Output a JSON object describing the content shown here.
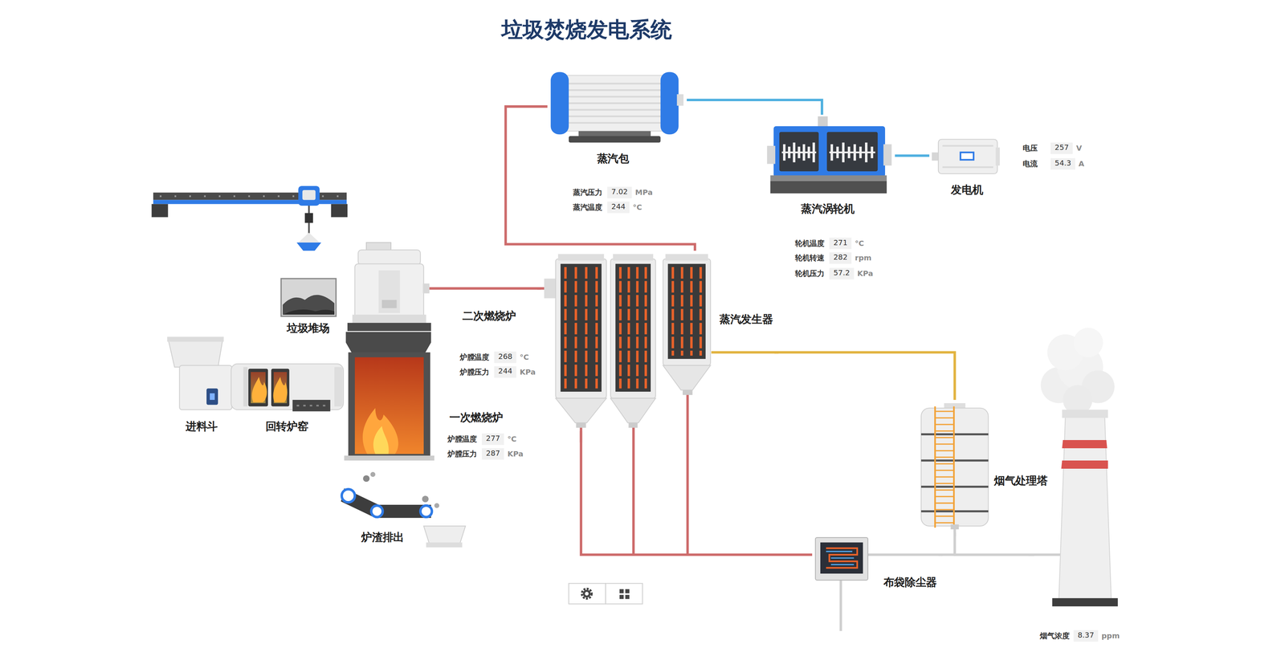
{
  "diagram": {
    "title": "垃圾焚烧发电系统",
    "nodes": [
      {
        "text": [
          "蒸汽包",
          "蒸汽压力",
          "7.02",
          "MPa",
          "蒸汽温度",
          "244",
          "°C"
        ]
      },
      {
        "text": [
          "蒸汽涡轮机",
          "轮机温度",
          "271",
          "°C",
          "轮机转速",
          "282",
          "rpm",
          "轮机压力",
          "57.2",
          "KPa"
        ]
      },
      {
        "text": [
          "发电机",
          "电压",
          "257",
          "V",
          "电流",
          "54.3",
          "A"
        ]
      },
      {
        "text": [
          "垃圾堆场"
        ]
      },
      {
        "text": [
          "二次燃烧炉",
          "炉膛温度",
          "268",
          "°C",
          "炉膛压力",
          "244",
          "KPa"
        ]
      },
      {
        "text": [
          "蒸汽发生器"
        ]
      },
      {
        "text": [
          "进料斗"
        ]
      },
      {
        "text": [
          "回转炉窑"
        ]
      },
      {
        "text": [
          "一次燃烧炉",
          "炉膛温度",
          "277",
          "°C",
          "炉膛压力",
          "287",
          "KPa"
        ]
      },
      {
        "text": [
          "烟气处理塔"
        ]
      },
      {
        "text": [
          "炉渣排出"
        ]
      },
      {
        "text": [
          "布袋除尘器"
        ]
      },
      {
        "text": [
          "烟气浓度",
          "8.37",
          "ppm"
        ]
      }
    ],
    "edges": [
      {
        "from": 4,
        "to": 5,
        "arrow": "none"
      },
      {
        "from": 5,
        "to": 0,
        "arrow": "none"
      },
      {
        "from": 0,
        "to": 1,
        "arrow": "none"
      },
      {
        "from": 1,
        "to": 2,
        "arrow": "none"
      },
      {
        "from": 5,
        "to": 9,
        "arrow": "none"
      },
      {
        "from": 5,
        "to": 11,
        "arrow": "none"
      },
      {
        "from": 11,
        "to": 12,
        "arrow": "none"
      },
      {
        "from": 9,
        "to": 12,
        "arrow": "none"
      }
    ]
  }
}
